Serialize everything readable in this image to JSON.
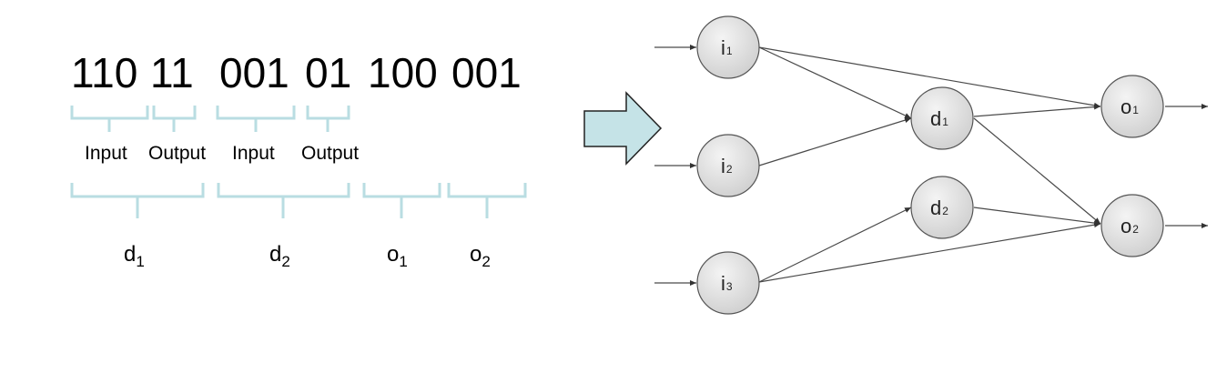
{
  "encoding": {
    "groups": [
      "110",
      "11",
      "001",
      "01",
      "100",
      "001"
    ],
    "io_labels": [
      "Input",
      "Output",
      "Input",
      "Output"
    ],
    "segments": [
      {
        "base": "d",
        "sub": "1"
      },
      {
        "base": "d",
        "sub": "2"
      },
      {
        "base": "o",
        "sub": "1"
      },
      {
        "base": "o",
        "sub": "2"
      }
    ]
  },
  "colors": {
    "bracket": "#b9dde2",
    "arrow_fill": "#c5e3e7",
    "node_fill": "#dcdcdc",
    "edge": "#4a4a4a"
  },
  "network": {
    "nodes": [
      {
        "id": "i1",
        "base": "i",
        "sub": "1"
      },
      {
        "id": "i2",
        "base": "i",
        "sub": "2"
      },
      {
        "id": "i3",
        "base": "i",
        "sub": "3"
      },
      {
        "id": "d1",
        "base": "d",
        "sub": "1"
      },
      {
        "id": "d2",
        "base": "d",
        "sub": "2"
      },
      {
        "id": "o1",
        "base": "o",
        "sub": "1"
      },
      {
        "id": "o2",
        "base": "o",
        "sub": "2"
      }
    ],
    "edges": [
      [
        "i1",
        "d1"
      ],
      [
        "i1",
        "o1"
      ],
      [
        "i2",
        "d1"
      ],
      [
        "i3",
        "d2"
      ],
      [
        "i3",
        "o2"
      ],
      [
        "d1",
        "o1"
      ],
      [
        "d1",
        "o2"
      ],
      [
        "d2",
        "o2"
      ]
    ]
  }
}
